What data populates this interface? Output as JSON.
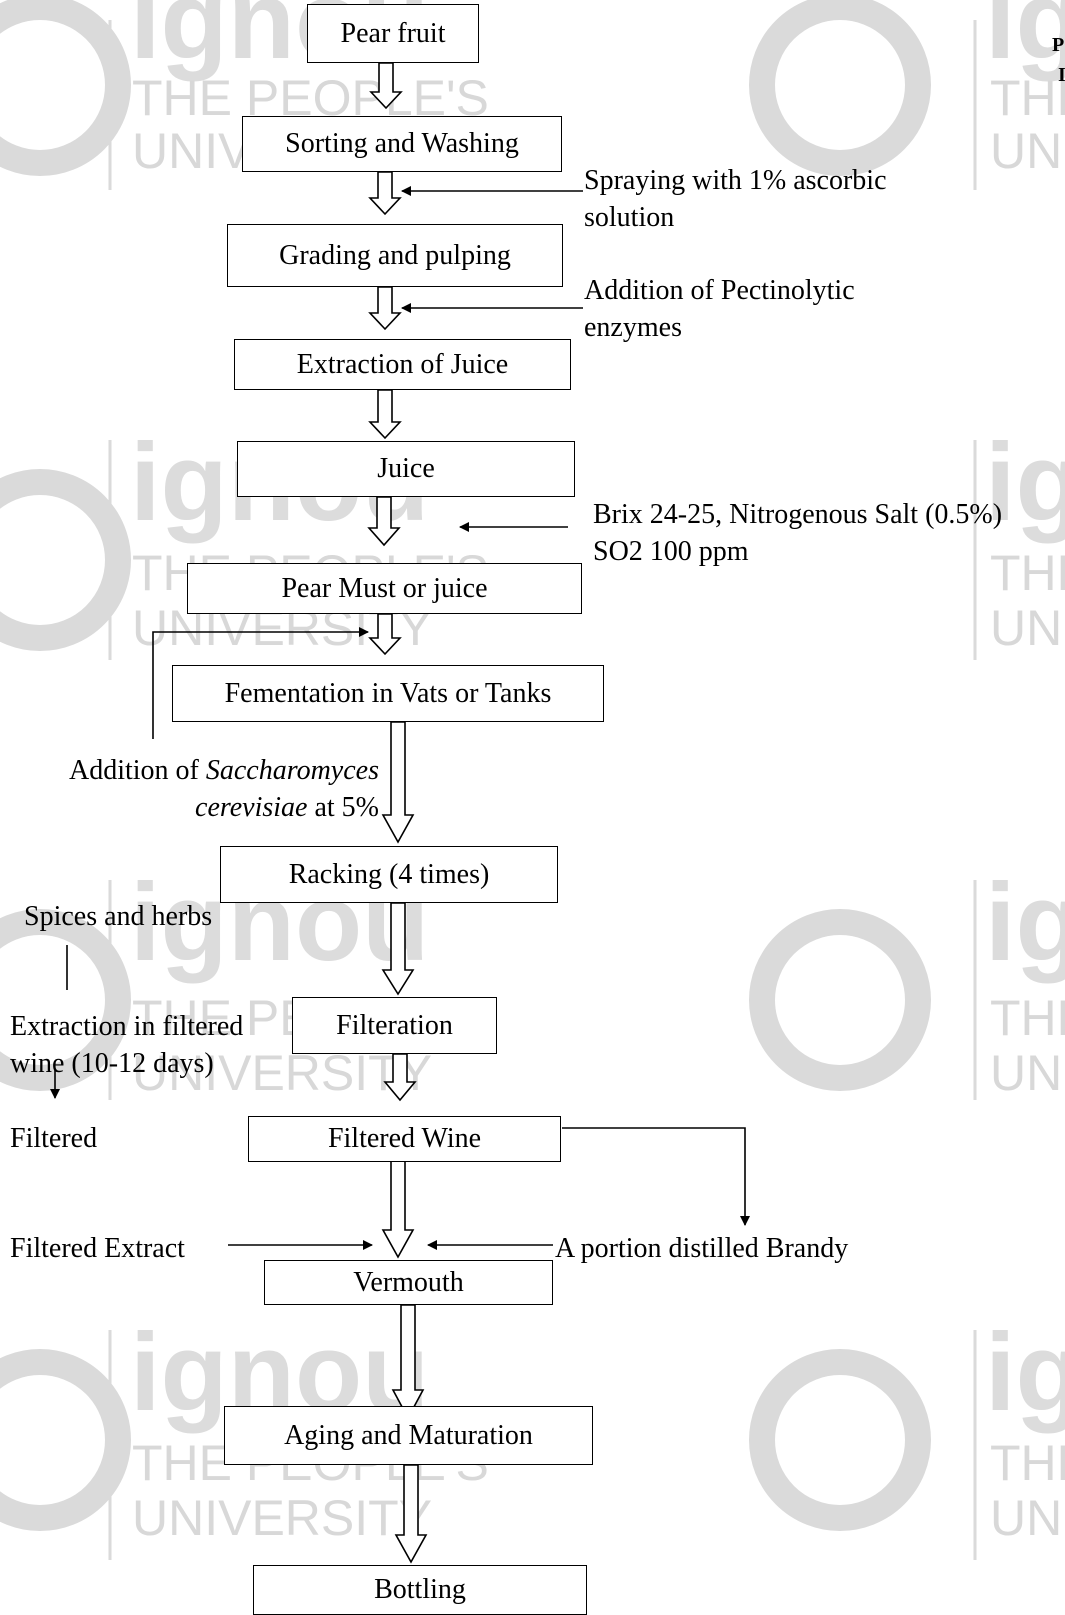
{
  "watermark": {
    "brand": "ignou",
    "line1": "THE PEOPLE'S",
    "line2": "UNIVERSITY",
    "color": "#d6d6d6"
  },
  "corner": {
    "line1": "P",
    "line2": "I"
  },
  "steps": {
    "pear_fruit": "Pear fruit",
    "sorting": "Sorting and Washing",
    "grading": "Grading and pulping",
    "extraction": "Extraction of Juice",
    "juice": "Juice",
    "must": "Pear Must or juice",
    "fermentation": "Fementation in Vats or Tanks",
    "racking": "Racking (4 times)",
    "filteration": "Filteration",
    "filtered_wine": "Filtered Wine",
    "vermouth": "Vermouth",
    "aging": "Aging and Maturation",
    "bottling": "Bottling"
  },
  "annotations": {
    "spraying": {
      "line1": "Spraying with 1% ascorbic",
      "line2": "solution"
    },
    "pectinolytic": {
      "line1": "Addition of Pectinolytic",
      "line2": "enzymes"
    },
    "brix": {
      "line1": "Brix 24-25, Nitrogenous Salt (0.5%)",
      "line2": "SO2 100 ppm"
    },
    "yeast": {
      "prefix": "Addition of ",
      "genus": "Saccharomyces",
      "species": "cerevisiae",
      "suffix": " at 5%"
    },
    "spices": "Spices and herbs",
    "extraction_wine": {
      "line1": "Extraction in filtered",
      "line2": "wine (10-12 days)"
    },
    "filtered": "Filtered",
    "filtered_extract": "Filtered Extract",
    "brandy": "A portion distilled Brandy"
  }
}
